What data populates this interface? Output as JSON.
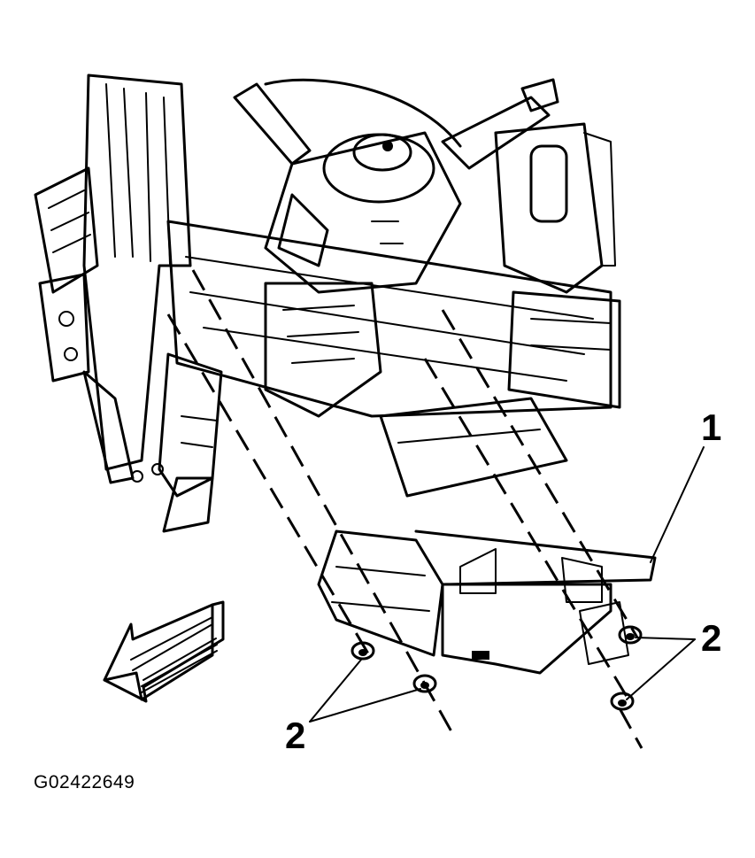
{
  "figure_id": "G02422649",
  "callouts": [
    {
      "number": "1",
      "part": "bracket"
    },
    {
      "number": "2",
      "part": "nuts"
    }
  ],
  "icons": [
    "front-direction-arrow-icon",
    "nut-icon"
  ],
  "colors": {
    "line": "#000000",
    "background": "#ffffff"
  }
}
